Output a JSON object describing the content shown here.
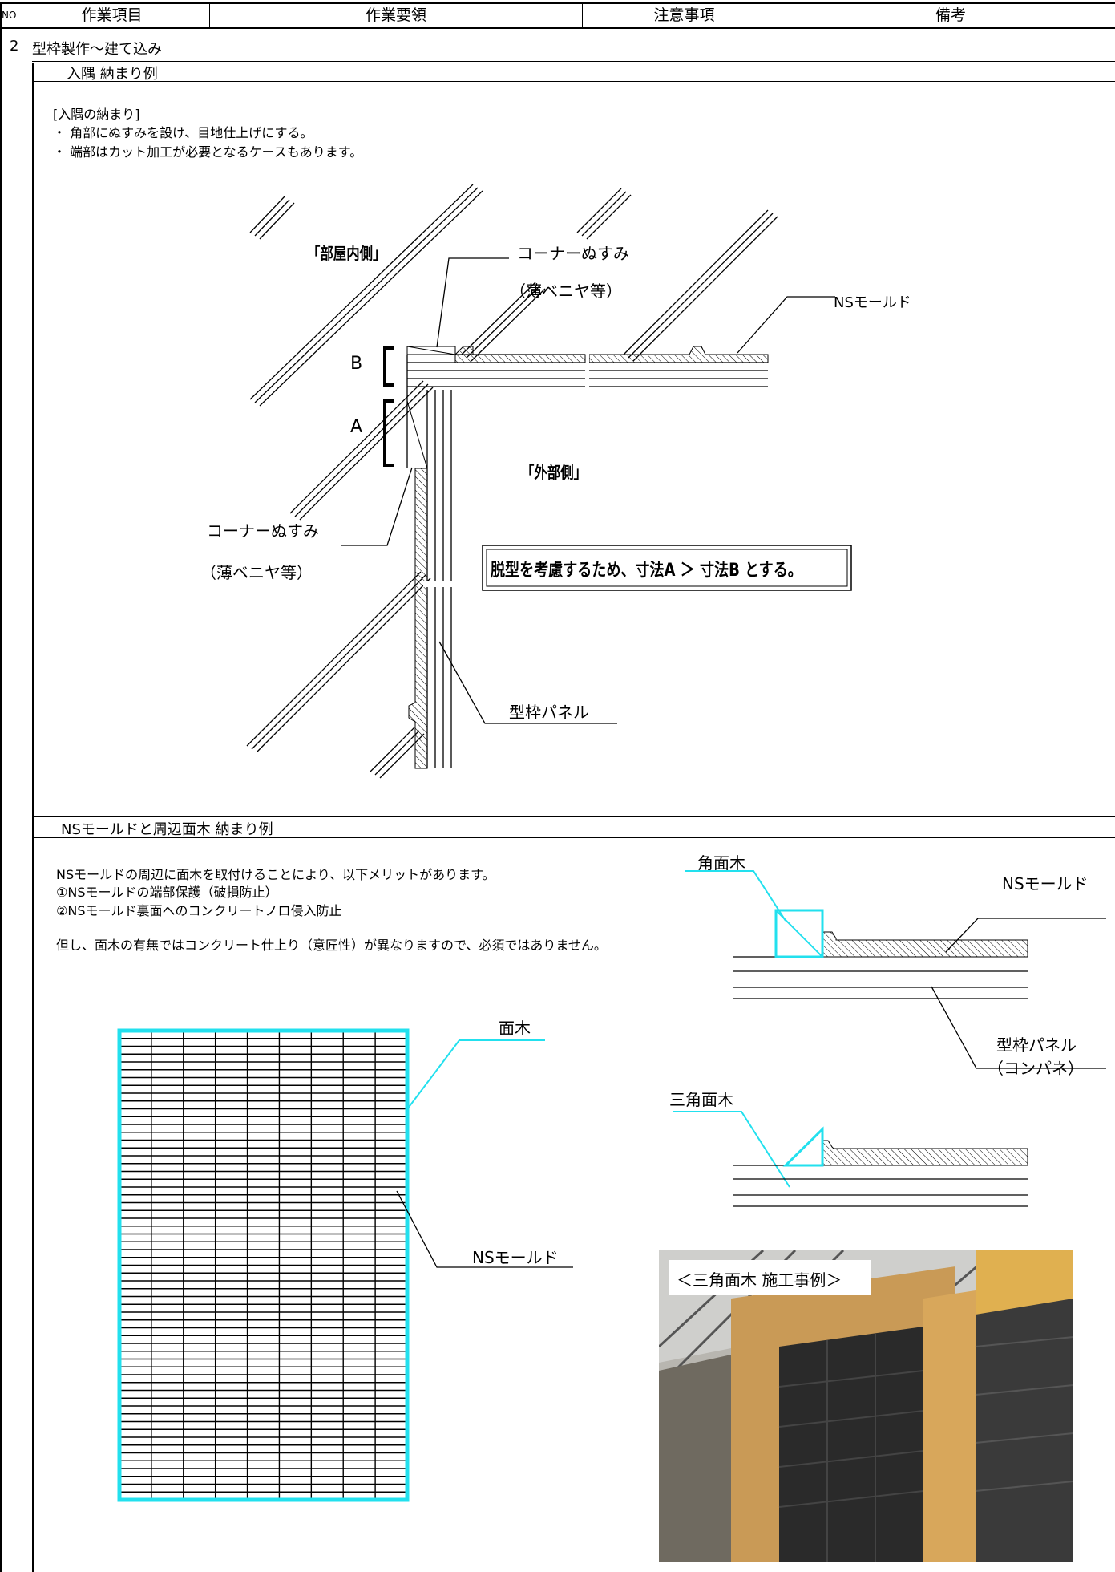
{
  "header": {
    "no": "NO",
    "col1": "作業項目",
    "col2": "作業要領",
    "col3": "注意事項",
    "col4": "備考"
  },
  "section": {
    "number": "2",
    "title": "型枠製作～建て込み"
  },
  "part1": {
    "title": "入隅  納まり例",
    "notes": [
      "[入隅の納まり]",
      "・ 角部にぬすみを設け、目地仕上げにする。",
      "・ 端部はカット加工が必要となるケースもあります。"
    ],
    "diagram": {
      "room_side": "「部屋内側」",
      "outside": "「外部側」",
      "corner_top": "コーナーぬすみ",
      "corner_top_sub": "（薄ベニヤ等）",
      "ns_mold": "NSモールド",
      "label_b": "B",
      "label_a": "A",
      "corner_left": "コーナーぬすみ",
      "corner_left_sub": "（薄ベニヤ等）",
      "note_box": "脱型を考慮するため、寸法A ＞ 寸法B とする。",
      "panel": "型枠パネル"
    }
  },
  "part2": {
    "title": "NSモールドと周辺面木  納まり例",
    "notes": [
      "NSモールドの周辺に面木を取付けることにより、以下メリットがあります。",
      "①NSモールドの端部保護（破損防止）",
      "②NSモールド裏面へのコンクリートノロ侵入防止",
      "",
      "但し、面木の有無ではコンクリート仕上り（意匠性）が異なりますので、必須ではありません。"
    ],
    "grid_label_top": "面木",
    "grid_label_bottom": "NSモールド",
    "right": {
      "kakumenki": "角面木",
      "ns_mold": "NSモールド",
      "panel": "型枠パネル",
      "panel_sub": "（コンパネ）",
      "sankaku": "三角面木",
      "photo_caption": "＜三角面木  施工事例＞"
    },
    "colors": {
      "accent": "#22e0ee"
    }
  }
}
